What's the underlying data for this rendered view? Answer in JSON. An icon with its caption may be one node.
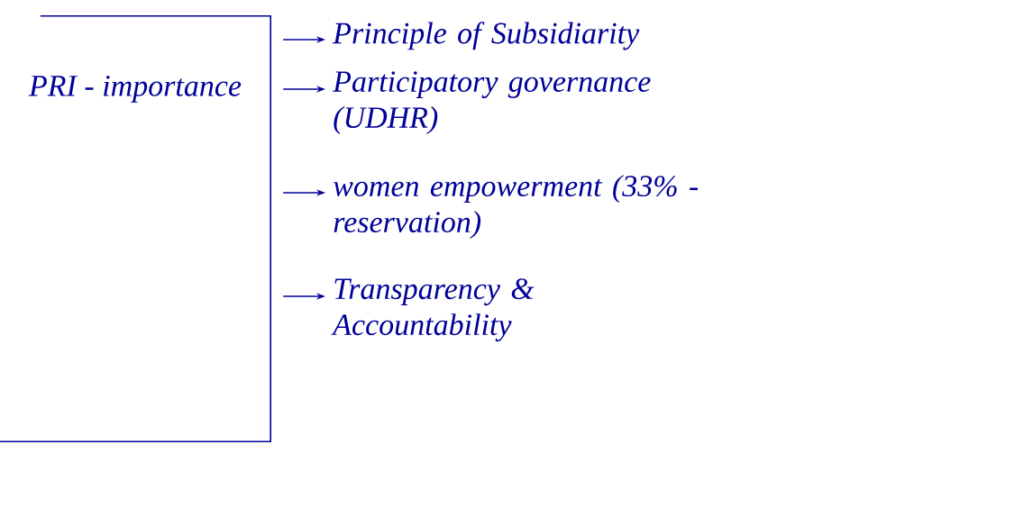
{
  "diagram": {
    "nodes": [
      {
        "text": [
          "PRI - importance"
        ]
      },
      {
        "text": [
          "Principle of Subsidiarity"
        ]
      },
      {
        "text": [
          "Participatory governance (UDHR)"
        ]
      },
      {
        "text": [
          "women empowerment (33% - reservation)"
        ]
      },
      {
        "text": [
          "Transparency & Accountability"
        ]
      }
    ],
    "edges": [
      {
        "from": 0,
        "to": 1,
        "arrow": "to"
      },
      {
        "from": 0,
        "to": 2,
        "arrow": "to"
      },
      {
        "from": 0,
        "to": 3,
        "arrow": "to"
      },
      {
        "from": 0,
        "to": 4,
        "arrow": "to"
      }
    ]
  }
}
